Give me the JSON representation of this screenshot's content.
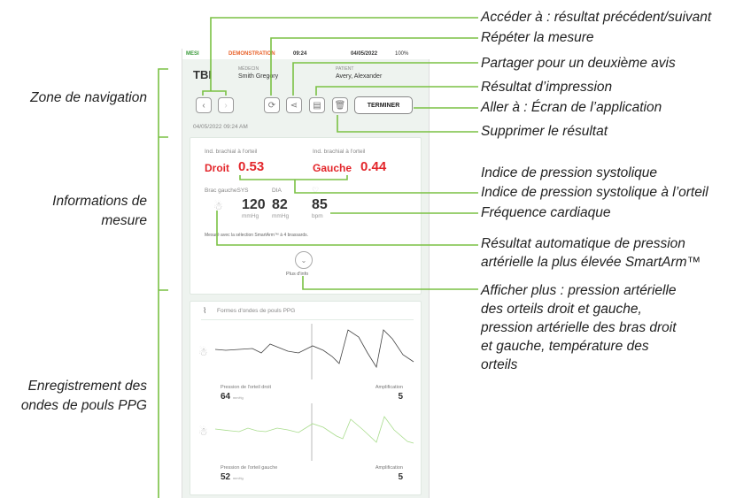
{
  "sections": {
    "navigation": "Zone de navigation",
    "measurement": "Informations de mesure",
    "ppg": "Enregistrement des ondes de pouls PPG"
  },
  "annotations": {
    "nav": "Accéder à : résultat précédent/suivant",
    "repeat": "Répéter la mesure",
    "share": "Partager pour un deuxième avis",
    "print": "Résultat d’impression",
    "goto": "Aller à : Écran de l’application",
    "delete": "Supprimer le résultat",
    "sys": "Indice de pression systolique",
    "toe_sys": "Indice de pression systolique à l’orteil",
    "hr": "Fréquence cardiaque",
    "smartarm": "Résultat automatique de pression artérielle la plus élevée SmartArm™",
    "more": "Afficher plus : pression artérielle des orteils droit et gauche, pression artérielle des bras droit et gauche, température des orteils"
  },
  "status": {
    "brand": "MESI",
    "mode": "DEMONSTRATION",
    "time": "09:24",
    "date": "04/05/2022",
    "battery": "100%"
  },
  "header": {
    "title": "TBI",
    "doctor_label": "MÉDECIN",
    "doctor": "Smith Gregory",
    "patient_label": "PATIENT",
    "patient": "Avery, Alexander",
    "finish": "TERMINER",
    "timestamp": "04/05/2022 09:24 AM"
  },
  "measure": {
    "label_right": "Ind. brachial à l'orteil",
    "label_left": "Ind. brachial à l'orteil",
    "right": "Droit",
    "right_value": "0.53",
    "left": "Gauche",
    "left_value": "0.44",
    "arm": "Brac gauche",
    "sys_label": "SYS",
    "dia_label": "DIA",
    "sys": "120",
    "dia": "82",
    "hr": "85",
    "mmhg": "mmHg",
    "bpm": "bpm",
    "note": "Mesuré avec la sélection SmartArm™ à 4 brassards.",
    "more": "Plus d'info"
  },
  "ppg": {
    "title": "Formes d'ondes de pouls PPG",
    "right_label": "Pression de l'orteil droit",
    "right_value": "64",
    "left_label": "Pression de l'orteil gauche",
    "left_value": "52",
    "unit": "mmHg",
    "amp_label": "Amplification",
    "amp_right": "5",
    "amp_left": "5"
  },
  "colors": {
    "accent": "#7ac143",
    "alert": "#e3262b",
    "wave_right": "#444444",
    "wave_left": "#a8dc8c"
  }
}
